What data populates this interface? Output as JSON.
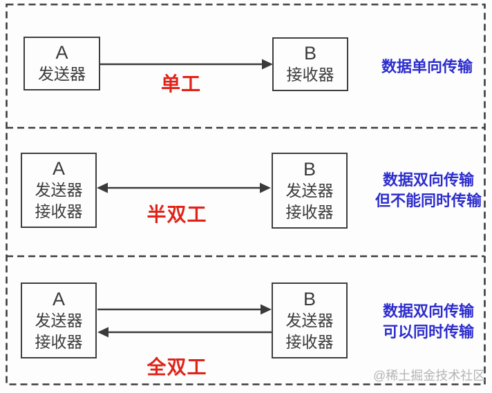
{
  "page": {
    "watermark": "@稀土掘金技术社区"
  },
  "colors": {
    "mode_label_red": "#e02318",
    "description_blue": "#2c2ccd",
    "line_dark": "#3d3d3d",
    "watermark_gray": "#b4b4b4"
  },
  "sections": [
    {
      "name": "simplex",
      "mode_label": "单工",
      "description_lines": [
        "数据单向传输"
      ],
      "arrow_type": "single-a-to-b",
      "box_a": {
        "title": "A",
        "roles": [
          "发送器"
        ]
      },
      "box_b": {
        "title": "B",
        "roles": [
          "接收器"
        ]
      }
    },
    {
      "name": "half-duplex",
      "mode_label": "半双工",
      "description_lines": [
        "数据双向传输",
        "但不能同时传输"
      ],
      "arrow_type": "double-headed",
      "box_a": {
        "title": "A",
        "roles": [
          "发送器",
          "接收器"
        ]
      },
      "box_b": {
        "title": "B",
        "roles": [
          "发送器",
          "接收器"
        ]
      }
    },
    {
      "name": "full-duplex",
      "mode_label": "全双工",
      "description_lines": [
        "数据双向传输",
        "可以同时传输"
      ],
      "arrow_type": "two-parallel",
      "box_a": {
        "title": "A",
        "roles": [
          "发送器",
          "接收器"
        ]
      },
      "box_b": {
        "title": "B",
        "roles": [
          "发送器",
          "接收器"
        ]
      }
    }
  ]
}
